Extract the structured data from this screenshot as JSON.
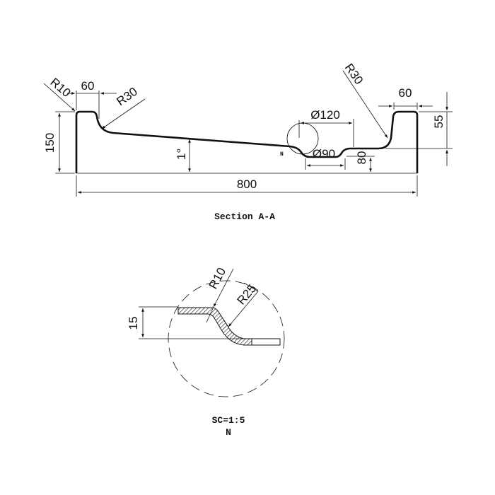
{
  "section": {
    "title": "Section A-A",
    "dims": {
      "r_left_corner": "R10",
      "width_left_rim": "60",
      "r_left_fillet": "R30",
      "r_right_fillet": "R30",
      "width_right_rim": "60",
      "height_step": "55",
      "drain_outer": "Ø120",
      "drain_inner": "Ø90",
      "drain_height": "80",
      "slope": "1°",
      "total_height": "150",
      "total_width": "800"
    },
    "detail_marker": "N"
  },
  "detail": {
    "dims": {
      "r_top": "R10",
      "r_bottom": "R25",
      "drop": "15"
    },
    "scale": "SC=1:5",
    "name": "N"
  }
}
